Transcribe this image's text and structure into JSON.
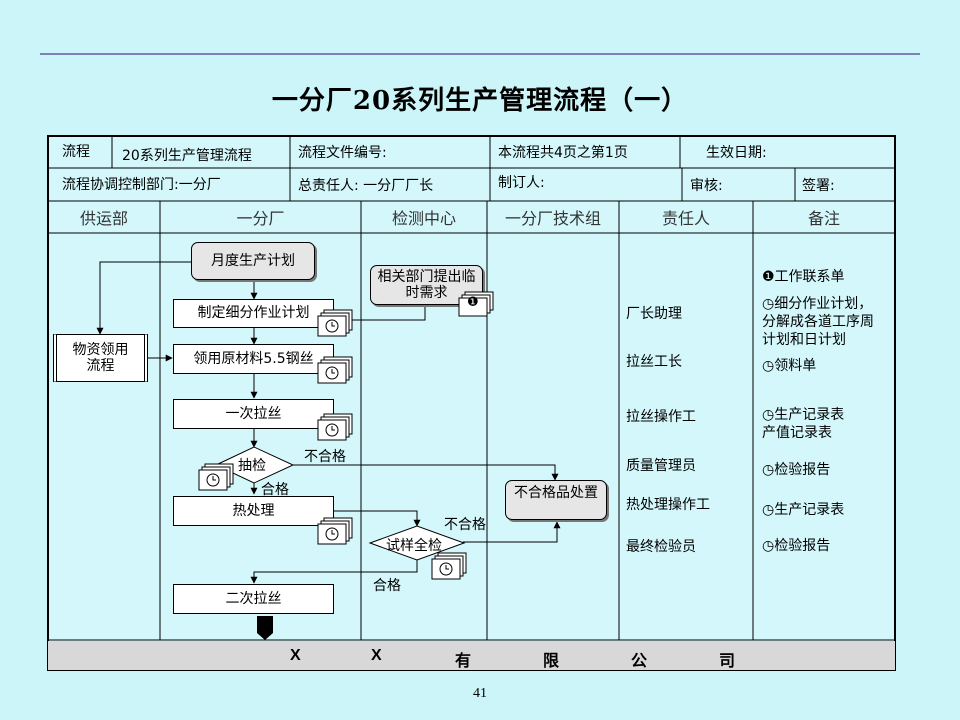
{
  "title": "一分厂20系列生产管理流程（一）",
  "header": {
    "r1_c1": "流程",
    "r1_c2": "20系列生产管理流程",
    "r1_c3": "流程文件编号:",
    "r1_c4": "本流程共4页之第1页",
    "r1_c5": "生效日期:",
    "r2_c1": "流程协调控制部门:一分厂",
    "r2_c3": "总责任人: 一分厂厂长",
    "r2_c4": "制订人:",
    "r2_c5": "审核:",
    "r2_c6": "签署:"
  },
  "columns": [
    "供运部",
    "一分厂",
    "检测中心",
    "一分厂技术组",
    "责任人",
    "备注"
  ],
  "nodes": {
    "monthly_plan": "月度生产计划",
    "related_depts": "相关部门提出临时需求",
    "detailed_plan": "制定细分作业计划",
    "material_flow": "物资领用流程",
    "raw_material": "领用原材料5.5钢丝",
    "first_drawing": "一次拉丝",
    "inspection": "抽检",
    "heat_treatment": "热处理",
    "sample_test": "试样全检",
    "second_drawing": "二次拉丝",
    "nonconforming": "不合格品处置"
  },
  "labels": {
    "fail_1": "不合格",
    "pass_1": "合格",
    "fail_2": "不合格",
    "pass_2": "合格"
  },
  "doc_markers": {
    "m1": "❶",
    "clock": "◷"
  },
  "responsible": [
    "厂长助理",
    "拉丝工长",
    "拉丝操作工",
    "质量管理员",
    "热处理操作工",
    "最终检验员"
  ],
  "notes": [
    "❶工作联系单",
    "◷细分作业计划，分解成各道工序周计划和日计划",
    "◷领料单",
    "◷生产记录表产值记录表",
    "◷检验报告",
    "◷生产记录表",
    "◷检验报告"
  ],
  "notes_lines": {
    "n1": "❶工作联系单",
    "n2a": "◷细分作业计划，",
    "n2b": "分解成各道工序周",
    "n2c": "计划和日计划",
    "n3": "◷领料单",
    "n4a": "◷生产记录表",
    "n4b": "产值记录表",
    "n5": "◷检验报告",
    "n6": "◷生产记录表",
    "n7": "◷检验报告"
  },
  "footer": [
    "X",
    "X",
    "有",
    "限",
    "公",
    "司"
  ],
  "page_number": "41"
}
